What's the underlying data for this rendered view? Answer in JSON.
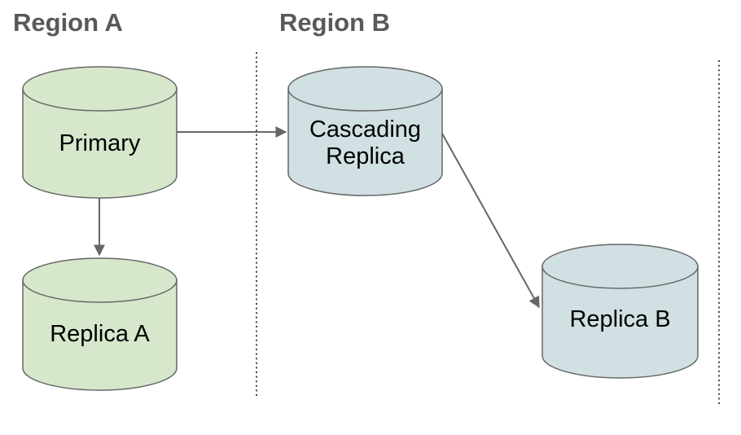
{
  "diagram": {
    "regions": [
      {
        "id": "region-a",
        "label": "Region A"
      },
      {
        "id": "region-b",
        "label": "Region B"
      }
    ],
    "nodes": [
      {
        "id": "primary",
        "label": "Primary",
        "type": "database-cylinder",
        "region": "region-a",
        "fill": "#d6e7cb",
        "stroke": "#666666"
      },
      {
        "id": "replica-a",
        "label": "Replica A",
        "type": "database-cylinder",
        "region": "region-a",
        "fill": "#d6e7cb",
        "stroke": "#666666"
      },
      {
        "id": "cascading-replica",
        "label": "Cascading Replica",
        "type": "database-cylinder",
        "region": "region-b",
        "fill": "#d0e0e3",
        "stroke": "#666666"
      },
      {
        "id": "replica-b",
        "label": "Replica B",
        "type": "database-cylinder",
        "region": "region-b",
        "fill": "#d0e0e3",
        "stroke": "#666666"
      }
    ],
    "edges": [
      {
        "from": "primary",
        "to": "cascading-replica"
      },
      {
        "from": "primary",
        "to": "replica-a"
      },
      {
        "from": "cascading-replica",
        "to": "replica-b"
      }
    ],
    "colors": {
      "region_title": "#595959",
      "arrow": "#666666",
      "region_boundary": "#444444",
      "node_label": "#000000",
      "background": "#ffffff"
    }
  }
}
